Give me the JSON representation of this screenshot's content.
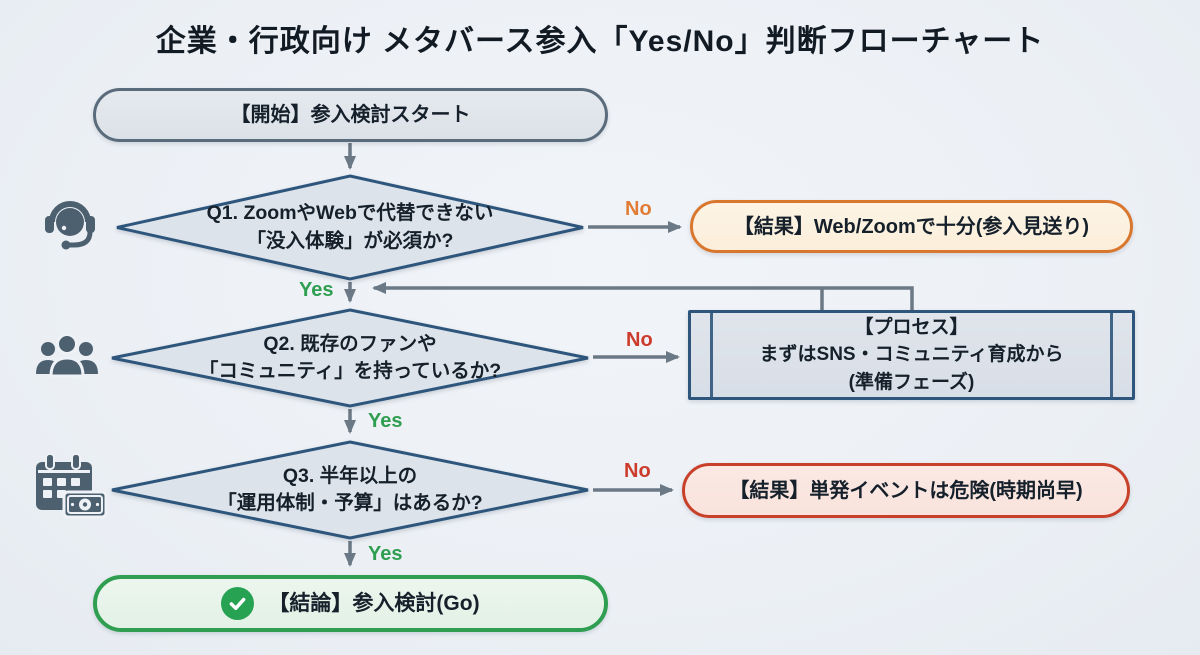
{
  "title": "企業・行政向け メタバース参入「Yes/No」判断フローチャート",
  "nodes": {
    "start": "【開始】参入検討スタート",
    "q1_line1": "Q1. ZoomやWebで代替できない",
    "q1_line2": "「没入体験」が必須か?",
    "result1": "【結果】Web/Zoomで十分(参入見送り)",
    "q2_line1": "Q2. 既存のファンや",
    "q2_line2": "「コミュニティ」を持っているか?",
    "process_line1": "【プロセス】",
    "process_line2": "まずはSNS・コミュニティ育成から",
    "process_line3": "(準備フェーズ)",
    "q3_line1": "Q3. 半年以上の",
    "q3_line2": "「運用体制・予算」はあるか?",
    "result3": "【結果】単発イベントは危険(時期尚早)",
    "conclusion": "【結論】参入検討(Go)"
  },
  "labels": {
    "yes1": "Yes",
    "no1": "No",
    "yes2": "Yes",
    "no2": "No",
    "yes3": "Yes",
    "no3": "No"
  },
  "icons": {
    "q1": "headset-icon",
    "q2": "people-group-icon",
    "q3": "calendar-money-icon",
    "conclusion": "check-circle-icon"
  },
  "colors": {
    "background": "#eef2f6",
    "diamond_border": "#2e567c",
    "diamond_fill": "#dde3ea",
    "start_border": "#5a6b7c",
    "start_fill": "#e0e5ea",
    "arrow": "#6b7885",
    "yes_label": "#2f9e50",
    "no_label_q1": "#e07c35",
    "no_label_q2_q3": "#cc3b2b",
    "result1_border": "#d9772e",
    "result1_fill": "#fdf2e2",
    "process_border": "#2e567c",
    "process_fill": "#dce2e9",
    "result3_border": "#c8402a",
    "result3_fill": "#fbe7e2",
    "conclusion_border": "#2f9e50",
    "conclusion_fill": "#e9f4eb",
    "check_badge": "#27a152",
    "icon": "#4d6070",
    "text": "#15202b"
  }
}
